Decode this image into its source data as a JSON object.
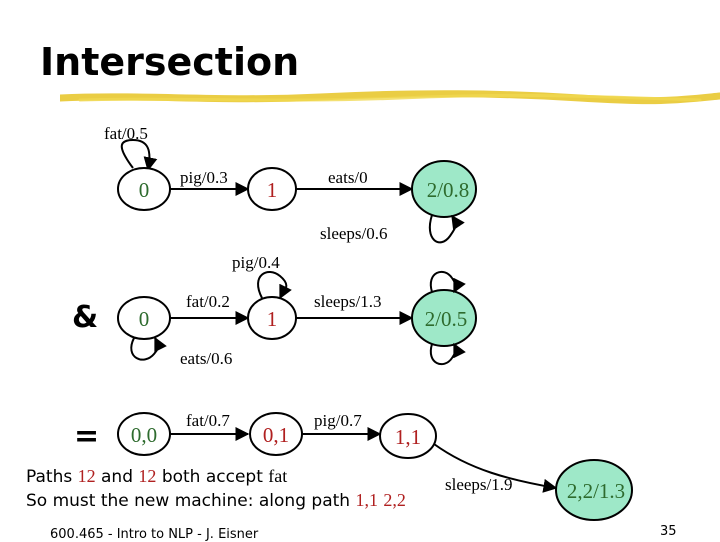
{
  "slide": {
    "title": "Intersection",
    "footer": "600.465 - Intro to NLP - J. Eisner",
    "page_number": "35"
  },
  "colors": {
    "underline": "#e8c830",
    "state_fill": "#9ee8c8",
    "state_text": "#2e6b2e",
    "path_number": "#b02020"
  },
  "machine_a": {
    "states": [
      "0",
      "1",
      "2/0.8"
    ],
    "arcs": [
      "fat/0.5",
      "pig/0.3",
      "eats/0",
      "sleeps/0.6"
    ]
  },
  "machine_b": {
    "operator": "&",
    "states": [
      "0",
      "1",
      "2/0.5"
    ],
    "arcs": [
      "pig/0.4",
      "fat/0.2",
      "sleeps/1.3",
      "eats/0.6"
    ]
  },
  "machine_c": {
    "operator": "=",
    "states": [
      "0,0",
      "0,1",
      "1,1",
      "2,2/1.3"
    ],
    "arcs": [
      "fat/0.7",
      "pig/0.7",
      "sleeps/1.9"
    ]
  },
  "caption": {
    "line1_prefix": "Paths",
    "line1_path_a": "12",
    "line1_and": "and",
    "line1_path_b": "12",
    "line1_mid": "both accept",
    "line1_word": "fat",
    "line2_prefix": "So must the new machine: along path",
    "line2_path_1": "1,1",
    "line2_path_2": "2,2"
  }
}
